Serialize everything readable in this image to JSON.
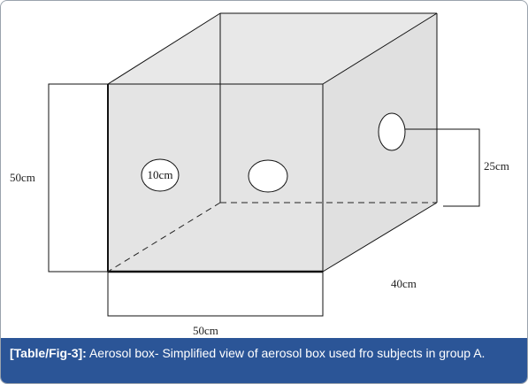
{
  "diagram": {
    "labels": {
      "height": "50cm",
      "hole": "10cm",
      "hole_height": "25cm",
      "depth": "40cm",
      "width": "50cm"
    }
  },
  "caption": {
    "tag": "[Table/Fig-3]:",
    "text": "Aerosol box- Simplified view of aerosol box used fro subjects in group A."
  },
  "colors": {
    "box_fill": "#e3e3e3",
    "caption_bg": "#2b5597",
    "line": "#111111"
  }
}
